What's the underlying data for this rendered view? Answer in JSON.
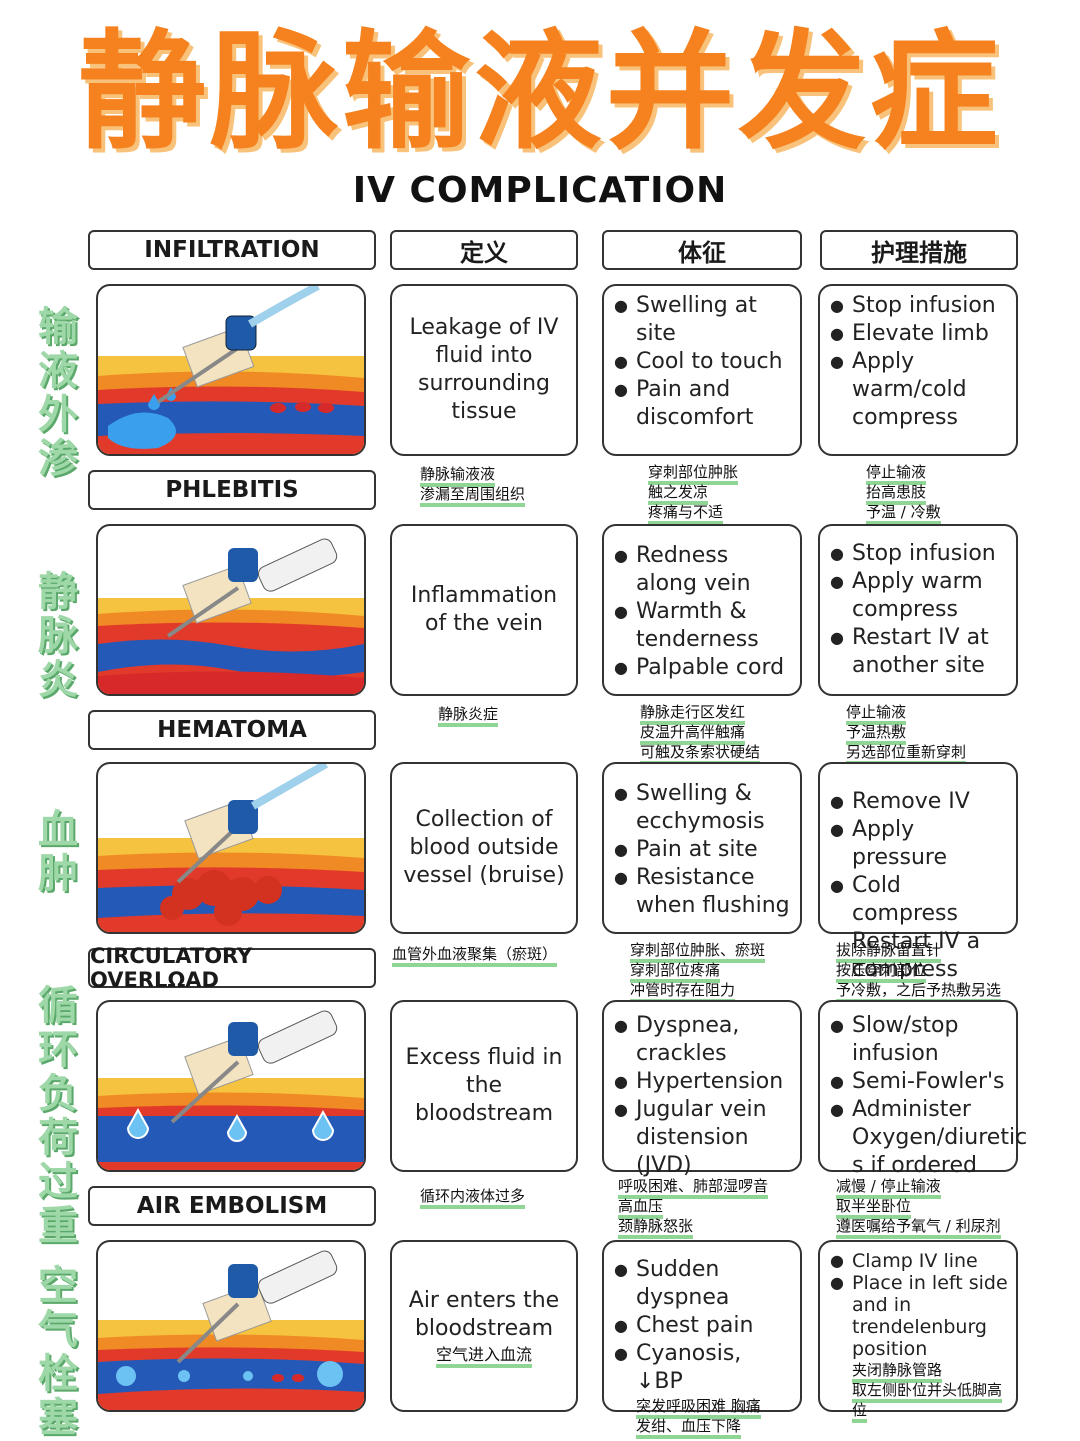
{
  "title_cn": "静脉输液并发症",
  "title_en": "IV COMPLICATION",
  "headers": {
    "definition": "定义",
    "signs": "体征",
    "care": "护理措施"
  },
  "rows": [
    {
      "name": "INFILTRATION",
      "side_cn": "输液外渗",
      "definition": "Leakage of IV fluid into surrounding tissue",
      "signs": [
        "Swelling at site",
        "Cool to touch",
        "Pain and discomfort"
      ],
      "care": [
        "Stop infusion",
        "Elevate limb",
        "Apply warm/cold compress"
      ],
      "def_cn": [
        "静脉输液液",
        "渗漏至周围组织"
      ],
      "signs_cn": [
        "穿刺部位肿胀",
        "触之发凉",
        "疼痛与不适"
      ],
      "care_cn": [
        "停止输液",
        "抬高患肢",
        "予温 / 冷敷"
      ]
    },
    {
      "name": "PHLEBITIS",
      "side_cn": "静脉炎",
      "definition": "Inflammation of the vein",
      "signs": [
        "Redness along vein",
        "Warmth & tenderness",
        "Palpable cord"
      ],
      "care": [
        "Stop infusion",
        "Apply warm compress",
        "Restart IV at another site"
      ],
      "def_cn": [
        "静脉炎症"
      ],
      "signs_cn": [
        "静脉走行区发红",
        "皮温升高伴触痛",
        "可触及条索状硬结"
      ],
      "care_cn": [
        "停止输液",
        "予温热敷",
        "另选部位重新穿刺"
      ]
    },
    {
      "name": "HEMATOMA",
      "side_cn": "血肿",
      "definition": "Collection of blood outside vessel (bruise)",
      "signs": [
        "Swelling & ecchymosis",
        "Pain at site",
        "Resistance when flushing"
      ],
      "care": [
        "Remove IV",
        "Apply pressure",
        "Cold compress",
        "Restart IV a compress"
      ],
      "def_cn": [
        "血管外血液聚集（瘀斑）"
      ],
      "signs_cn": [
        "穿刺部位肿胀、瘀斑",
        "穿刺部位疼痛",
        "冲管时存在阻力"
      ],
      "care_cn": [
        "拔除静脉留置针",
        "按压穿刺部位",
        "予冷敷，之后予热敷另选"
      ]
    },
    {
      "name": "CIRCULATORY OVERLΩAD",
      "side_cn": "循环负荷过重",
      "definition": "Excess fluid in the bloodstream",
      "signs": [
        "Dyspnea, crackles",
        "Hypertension",
        "Jugular vein distension (JVD)"
      ],
      "care": [
        "Slow/stop infusion",
        "Semi-Fowler's",
        "Administer Oxygen/diuretic s if ordered"
      ],
      "def_cn": [
        "循环内液体过多"
      ],
      "signs_cn": [
        "呼吸困难、肺部湿啰音",
        "高血压",
        "颈静脉怒张"
      ],
      "care_cn": [
        "减慢 / 停止输液",
        "取半坐卧位",
        "遵医嘱给予氧气 / 利尿剂"
      ]
    },
    {
      "name": "AIR EMBOLISM",
      "side_cn": "空气栓塞",
      "definition": "Air enters the bloodstream",
      "signs": [
        "Sudden dyspnea",
        "Chest pain",
        "Cyanosis, ↓BP"
      ],
      "care": [
        "Clamp IV line",
        "Place in left side and in trendelenburg position"
      ],
      "def_cn": [
        "空气进入血流"
      ],
      "signs_cn": [
        "突发呼吸困难 胸痛",
        "发绀、血压下降"
      ],
      "care_cn": [
        "夹闭静脉管路",
        "取左侧卧位并头低脚高位"
      ]
    }
  ]
}
